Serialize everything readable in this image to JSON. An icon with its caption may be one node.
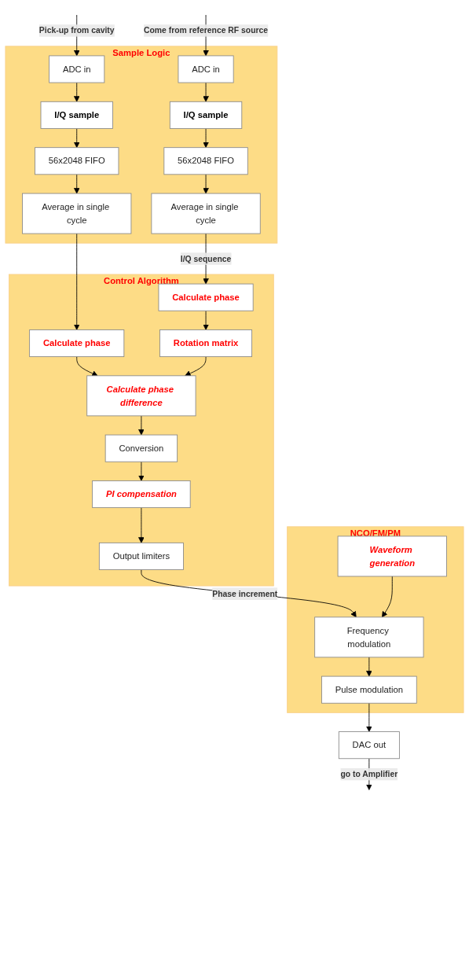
{
  "diagram": {
    "nodes": [
      {
        "text": [
          "Sample Logic"
        ]
      },
      {
        "text": [
          "ADC in"
        ],
        "in": 0
      },
      {
        "text": [
          "ADC in"
        ],
        "in": 0
      },
      {
        "text": [
          "I/Q sample"
        ],
        "in": 0
      },
      {
        "text": [
          "I/Q sample"
        ],
        "in": 0
      },
      {
        "text": [
          "56x2048 FIFO"
        ],
        "in": 0
      },
      {
        "text": [
          "56x2048 FIFO"
        ],
        "in": 0
      },
      {
        "text": [
          "Average in single cycle"
        ],
        "in": 0
      },
      {
        "text": [
          "Average in single cycle"
        ],
        "in": 0
      },
      {
        "text": [
          "Control Algorithm"
        ]
      },
      {
        "text": [
          "Calculate phase"
        ],
        "in": 9
      },
      {
        "text": [
          "Calculate phase"
        ],
        "in": 9
      },
      {
        "text": [
          "Rotation matrix"
        ],
        "in": 9
      },
      {
        "text": [
          "Calculate phase difference"
        ],
        "in": 9
      },
      {
        "text": [
          "Conversion"
        ],
        "in": 9
      },
      {
        "text": [
          "PI compensation"
        ],
        "in": 9
      },
      {
        "text": [
          "Output limiters"
        ],
        "in": 9
      },
      {
        "text": [
          "NCO/FM/PM"
        ]
      },
      {
        "text": [
          "Frequency modulation"
        ],
        "in": 17
      },
      {
        "text": [
          "Waveform generation"
        ],
        "in": 17
      },
      {
        "text": [
          "Pulse modulation"
        ],
        "in": 17
      },
      {
        "text": [
          "DAC out"
        ]
      }
    ],
    "edges": [
      {
        "from": null,
        "to": 1,
        "arrow": "to",
        "label": "Pick-up from cavity"
      },
      {
        "from": null,
        "to": 2,
        "arrow": "to",
        "label": "Come from reference RF source"
      },
      {
        "from": 1,
        "to": 3,
        "arrow": "to"
      },
      {
        "from": 2,
        "to": 4,
        "arrow": "to"
      },
      {
        "from": 3,
        "to": 5,
        "arrow": "to"
      },
      {
        "from": 4,
        "to": 6,
        "arrow": "to"
      },
      {
        "from": 5,
        "to": 7,
        "arrow": "to"
      },
      {
        "from": 6,
        "to": 8,
        "arrow": "to"
      },
      {
        "from": 7,
        "to": 10,
        "arrow": "to"
      },
      {
        "from": 8,
        "to": 11,
        "arrow": "to",
        "label": "I/Q sequence"
      },
      {
        "from": 11,
        "to": 12,
        "arrow": "to"
      },
      {
        "from": 10,
        "to": 13,
        "arrow": "to"
      },
      {
        "from": 12,
        "to": 13,
        "arrow": "to"
      },
      {
        "from": 13,
        "to": 14,
        "arrow": "to"
      },
      {
        "from": 14,
        "to": 15,
        "arrow": "to"
      },
      {
        "from": 15,
        "to": 16,
        "arrow": "to"
      },
      {
        "from": 16,
        "to": 18,
        "arrow": "to",
        "label": "Phase increment"
      },
      {
        "from": 19,
        "to": 18,
        "arrow": "to"
      },
      {
        "from": 18,
        "to": 20,
        "arrow": "to"
      },
      {
        "from": 20,
        "to": 21,
        "arrow": "to"
      },
      {
        "from": 21,
        "to": null,
        "arrow": "to",
        "label": "go to Amplifier"
      }
    ]
  }
}
